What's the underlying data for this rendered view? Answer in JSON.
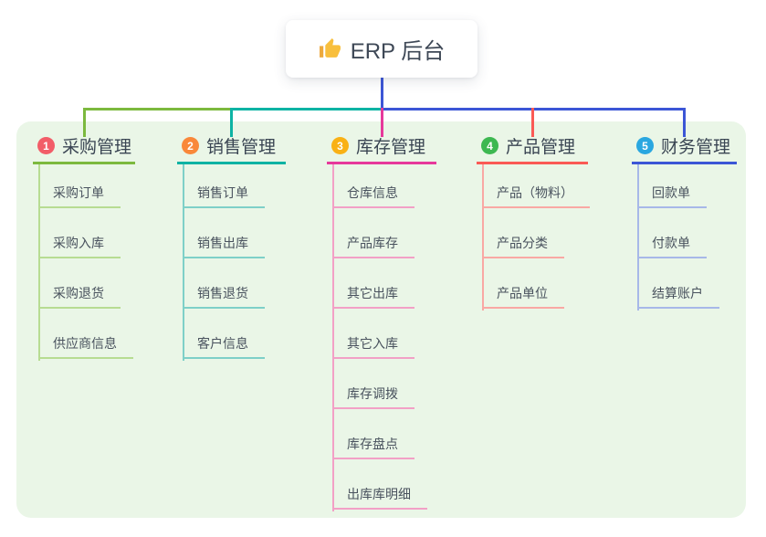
{
  "root": {
    "icon": "thumbs-up-icon",
    "label": "ERP 后台"
  },
  "canvas": {
    "background": "#ffffff",
    "panel_color": "#eaf6e7",
    "connector_color": "#3c56d6",
    "root_text_color": "#3e4856",
    "branch_text_color": "#3a4553",
    "child_text_color": "#49525e"
  },
  "branches": [
    {
      "badge": "1",
      "badge_color": "#f25d68",
      "label": "采购管理",
      "line_color": "#7cb93e",
      "child_line_color": "#b7dc92",
      "children": [
        "采购订单",
        "采购入库",
        "采购退货",
        "供应商信息"
      ]
    },
    {
      "badge": "2",
      "badge_color": "#f9883a",
      "label": "销售管理",
      "line_color": "#0db3a4",
      "child_line_color": "#7ed0c8",
      "children": [
        "销售订单",
        "销售出库",
        "销售退货",
        "客户信息"
      ]
    },
    {
      "badge": "3",
      "badge_color": "#f9b115",
      "label": "库存管理",
      "line_color": "#e6399b",
      "child_line_color": "#f2a0c6",
      "children": [
        "仓库信息",
        "产品库存",
        "其它出库",
        "其它入库",
        "库存调拨",
        "库存盘点",
        "出库库明细"
      ]
    },
    {
      "badge": "4",
      "badge_color": "#3db851",
      "label": "产品管理",
      "line_color": "#fa5a55",
      "child_line_color": "#f9a8a4",
      "children": [
        "产品（物料）",
        "产品分类",
        "产品单位"
      ]
    },
    {
      "badge": "5",
      "badge_color": "#2aa7e0",
      "label": "财务管理",
      "line_color": "#3c56d6",
      "child_line_color": "#a7b8e8",
      "children": [
        "回款单",
        "付款单",
        "结算账户"
      ]
    }
  ]
}
